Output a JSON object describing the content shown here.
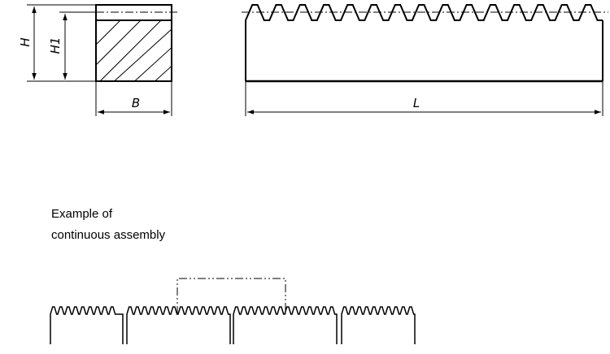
{
  "dimensions": {
    "H": "H",
    "H1": "H1",
    "B": "B",
    "L": "L"
  },
  "caption": {
    "line1": "Example of",
    "line2": "continuous assembly"
  }
}
